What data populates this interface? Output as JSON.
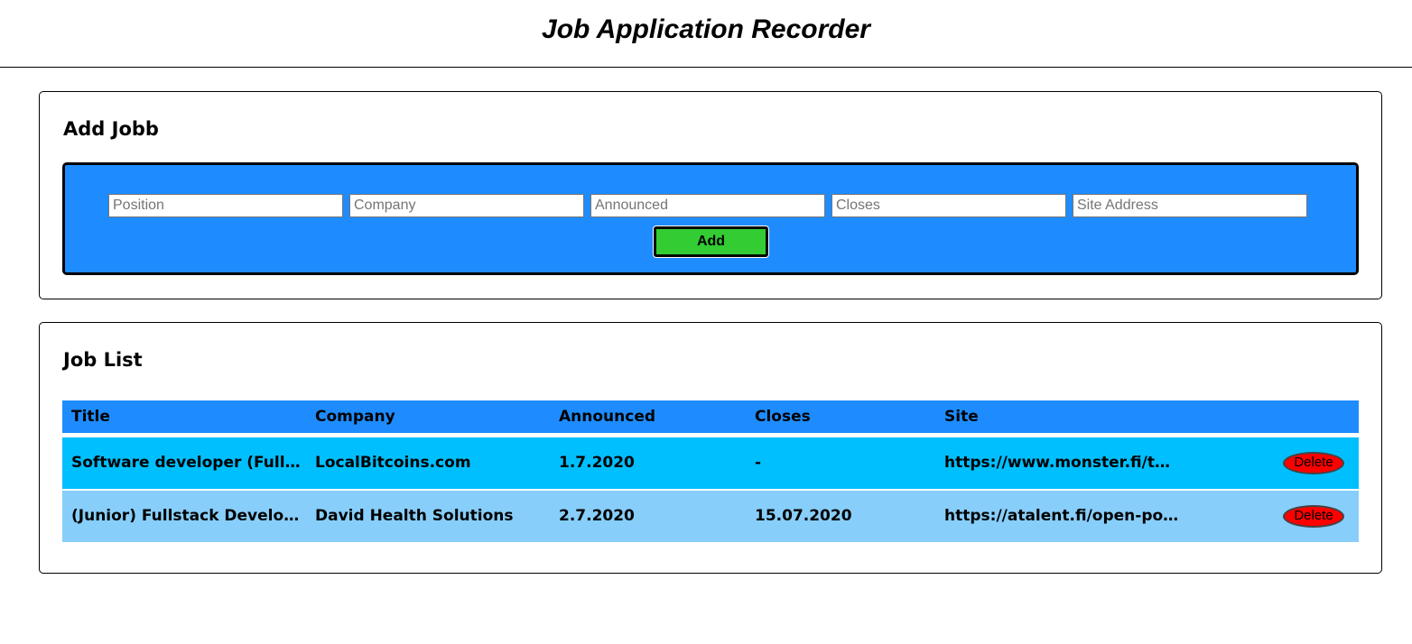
{
  "header": {
    "title": "Job Application Recorder"
  },
  "add_section": {
    "title": "Add Jobb",
    "placeholders": {
      "position": "Position",
      "company": "Company",
      "announced": "Announced",
      "closes": "Closes",
      "site": "Site Address"
    },
    "add_label": "Add",
    "panel_color": "#1e8cff",
    "button_color": "#33cc33"
  },
  "list_section": {
    "title": "Job List",
    "columns": {
      "title": "Title",
      "company": "Company",
      "announced": "Announced",
      "closes": "Closes",
      "site": "Site"
    },
    "rows": [
      {
        "title": "Software developer (Fullstack)",
        "company": "LocalBitcoins.com",
        "announced": "1.7.2020",
        "closes": "-",
        "site": "https://www.monster.fi/tyopaikat",
        "delete_label": "Delete"
      },
      {
        "title": "(Junior) Fullstack Developer",
        "company": "David Health Solutions",
        "announced": "2.7.2020",
        "closes": "15.07.2020",
        "site": "https://atalent.fi/open-positions",
        "delete_label": "Delete"
      }
    ],
    "colors": {
      "header": "#1e8cff",
      "row_odd": "#00bfff",
      "row_even": "#87cefa",
      "delete": "#ff0000"
    }
  }
}
